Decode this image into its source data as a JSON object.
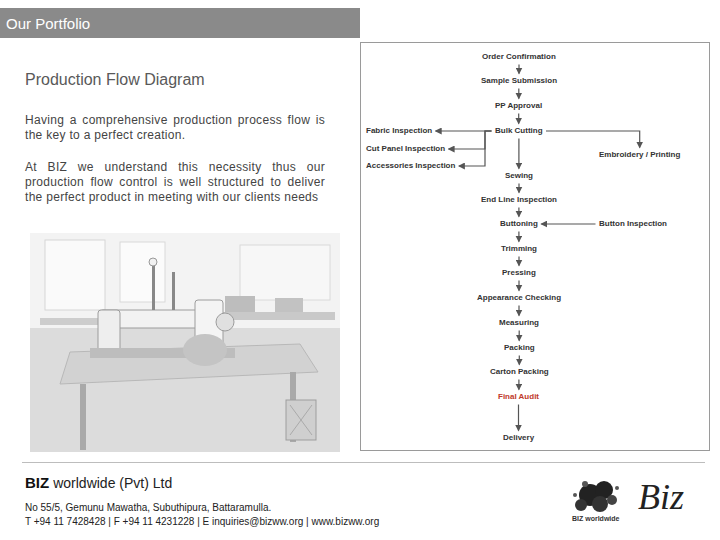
{
  "diagram": {
    "title": "Production Flow Diagram",
    "nodes": [
      {
        "text": [
          "Our Portfolio"
        ]
      },
      {
        "text": [
          "Order Confirmation"
        ]
      },
      {
        "text": [
          "Sample Submission"
        ]
      },
      {
        "text": [
          "PP Approval"
        ]
      },
      {
        "text": [
          "Fabric Inspection"
        ]
      },
      {
        "text": [
          "Bulk Cutting"
        ]
      },
      {
        "text": [
          "Cut Panel Inspection"
        ]
      },
      {
        "text": [
          "Embroidery / Printing"
        ]
      },
      {
        "text": [
          "Accessories Inspection"
        ]
      },
      {
        "text": [
          "Sewing"
        ]
      },
      {
        "text": [
          "End Line Inspection"
        ]
      },
      {
        "text": [
          "Buttoning"
        ]
      },
      {
        "text": [
          "Button Inspection"
        ]
      },
      {
        "text": [
          "Trimming"
        ]
      },
      {
        "text": [
          "Pressing"
        ]
      },
      {
        "text": [
          "Appearance Checking"
        ]
      },
      {
        "text": [
          "Measuring"
        ]
      },
      {
        "text": [
          "Packing"
        ]
      },
      {
        "text": [
          "Carton Packing"
        ]
      },
      {
        "text": [
          "Final Audit"
        ]
      },
      {
        "text": [
          "Delivery"
        ]
      }
    ],
    "edges": [
      {
        "from": 1,
        "to": 2,
        "arrow": "to"
      },
      {
        "from": 2,
        "to": 3,
        "arrow": "to"
      },
      {
        "from": 3,
        "to": 5,
        "arrow": "to"
      },
      {
        "from": 5,
        "to": 4,
        "arrow": "to"
      },
      {
        "from": 5,
        "to": 6,
        "arrow": "to"
      },
      {
        "from": 5,
        "to": 8,
        "arrow": "to"
      },
      {
        "from": 5,
        "to": 7,
        "arrow": "to"
      },
      {
        "from": 5,
        "to": 9,
        "arrow": "to"
      },
      {
        "from": 9,
        "to": 10,
        "arrow": "to"
      },
      {
        "from": 10,
        "to": 11,
        "arrow": "to"
      },
      {
        "from": 12,
        "to": 11,
        "arrow": "to"
      },
      {
        "from": 11,
        "to": 13,
        "arrow": "to"
      },
      {
        "from": 13,
        "to": 14,
        "arrow": "to"
      },
      {
        "from": 14,
        "to": 15,
        "arrow": "to"
      },
      {
        "from": 15,
        "to": 16,
        "arrow": "to"
      },
      {
        "from": 16,
        "to": 17,
        "arrow": "to"
      },
      {
        "from": 17,
        "to": 18,
        "arrow": "to"
      },
      {
        "from": 18,
        "to": 19,
        "arrow": "to"
      },
      {
        "from": 19,
        "to": 20,
        "arrow": "to"
      }
    ],
    "labels": [
      "Having a comprehensive production process flow is the key to a perfect creation.",
      "At BIZ we understand this necessity thus our production flow control is well structured to deliver the perfect product in meeting with our clients needs",
      "BIZ",
      "worldwide (Pvt) Ltd",
      "No 55/5, Gemunu Mawatha, Subuthipura, Battaramulla.",
      "T +94 11 7428428 | F +94 11 4231228 | E inquiries@bizww.org | www.bizww.org",
      "Biz",
      "BIZ worldwide"
    ]
  }
}
